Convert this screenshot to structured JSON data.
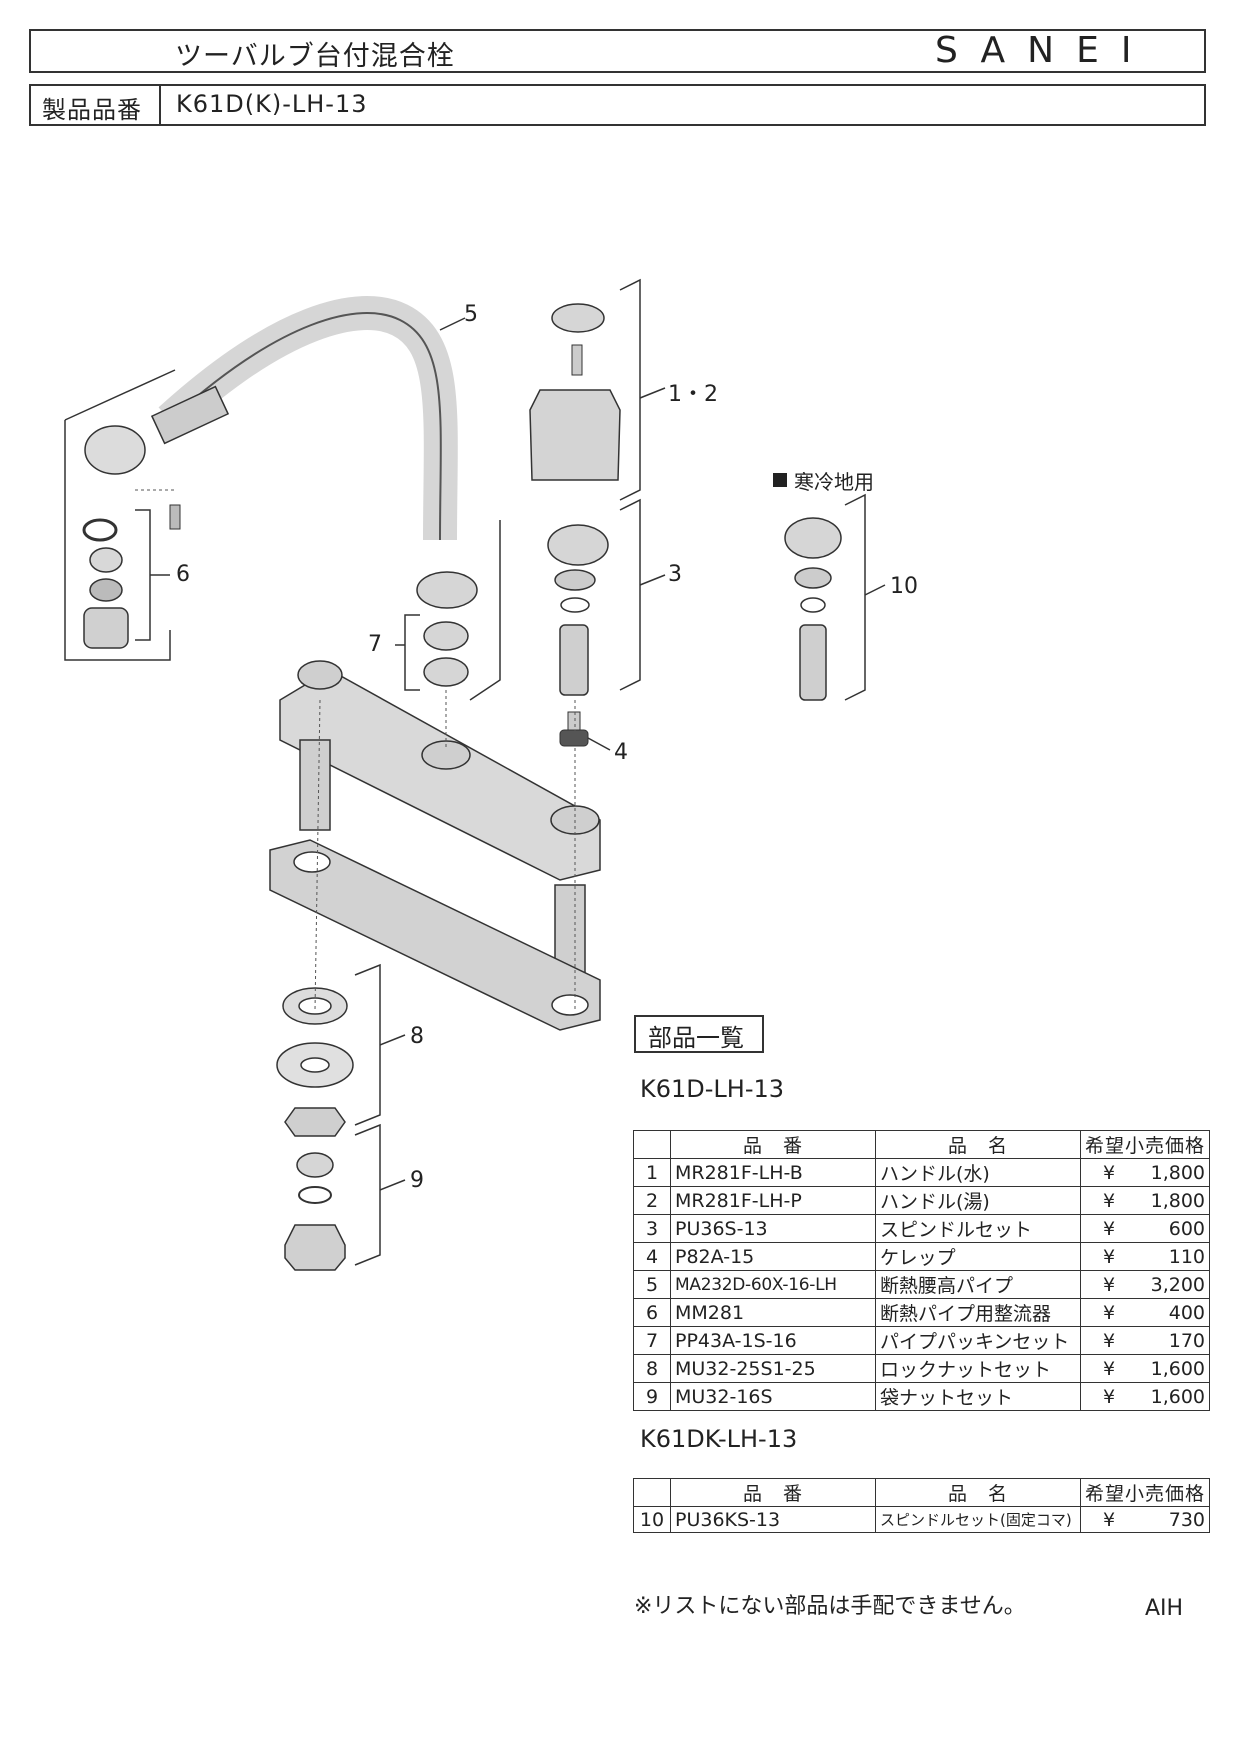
{
  "header": {
    "title": "ツーバルブ台付混合栓",
    "brand": "SANEI",
    "product_label": "製品品番",
    "product_number": "K61D(K)-LH-13"
  },
  "diagram": {
    "callouts": [
      "5",
      "1・2",
      "3",
      "6",
      "7",
      "4",
      "8",
      "9",
      "10"
    ],
    "cold_region_label": "寒冷地用"
  },
  "parts_list_title": "部品一覧",
  "table1": {
    "title": "K61D-LH-13",
    "headers": [
      "",
      "品　番",
      "品　名",
      "希望小売価格"
    ],
    "rows": [
      {
        "no": "1",
        "code": "MR281F-LH-B",
        "name": "ハンドル(水)",
        "yen": "¥",
        "price": "1,800"
      },
      {
        "no": "2",
        "code": "MR281F-LH-P",
        "name": "ハンドル(湯)",
        "yen": "¥",
        "price": "1,800"
      },
      {
        "no": "3",
        "code": "PU36S-13",
        "name": "スピンドルセット",
        "yen": "¥",
        "price": "600"
      },
      {
        "no": "4",
        "code": "P82A-15",
        "name": "ケレップ",
        "yen": "¥",
        "price": "110"
      },
      {
        "no": "5",
        "code": "MA232D-60X-16-LH",
        "name": "断熱腰高パイプ",
        "yen": "¥",
        "price": "3,200"
      },
      {
        "no": "6",
        "code": "MM281",
        "name": "断熱パイプ用整流器",
        "yen": "¥",
        "price": "400"
      },
      {
        "no": "7",
        "code": "PP43A-1S-16",
        "name": "パイプパッキンセット",
        "yen": "¥",
        "price": "170"
      },
      {
        "no": "8",
        "code": "MU32-25S1-25",
        "name": "ロックナットセット",
        "yen": "¥",
        "price": "1,600"
      },
      {
        "no": "9",
        "code": "MU32-16S",
        "name": "袋ナットセット",
        "yen": "¥",
        "price": "1,600"
      }
    ]
  },
  "table2": {
    "title": "K61DK-LH-13",
    "headers": [
      "",
      "品　番",
      "品　名",
      "希望小売価格"
    ],
    "rows": [
      {
        "no": "10",
        "code": "PU36KS-13",
        "name": "スピンドルセット(固定コマ)",
        "yen": "¥",
        "price": "730"
      }
    ]
  },
  "footer": {
    "note": "※リストにない部品は手配できません。",
    "code": "AIH"
  }
}
